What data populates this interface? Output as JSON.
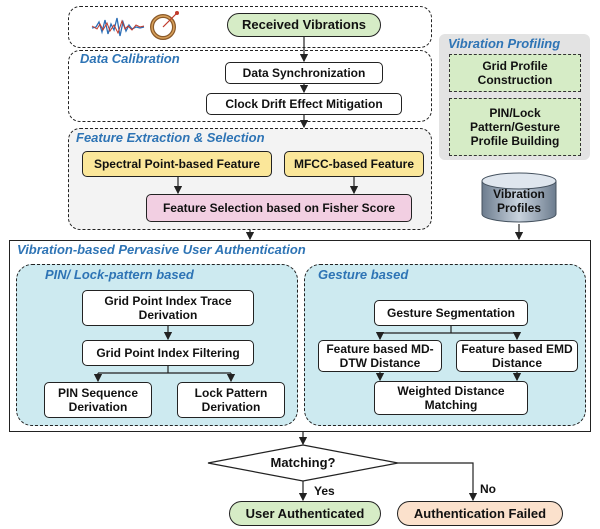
{
  "top": {
    "received_vibrations": "Received Vibrations"
  },
  "data_calibration": {
    "title": "Data Calibration",
    "synchronization": "Data Synchronization",
    "clock_drift": "Clock Drift Effect Mitigation"
  },
  "feature_extraction": {
    "title": "Feature Extraction & Selection",
    "spectral": "Spectral Point-based Feature",
    "mfcc": "MFCC-based Feature",
    "fisher": "Feature Selection based on Fisher Score"
  },
  "vibration_profiling": {
    "title": "Vibration Profiling",
    "grid_profile": "Grid Profile Construction",
    "pin_lock_profile": "PIN/Lock Pattern/Gesture Profile Building",
    "database": "Vibration Profiles"
  },
  "authentication": {
    "title": "Vibration-based Pervasive User Authentication",
    "pin_lock": {
      "title": "PIN/ Lock-pattern based",
      "trace": "Grid Point Index Trace Derivation",
      "filtering": "Grid Point Index Filtering",
      "pin_seq": "PIN Sequence Derivation",
      "lock_pattern": "Lock Pattern Derivation"
    },
    "gesture": {
      "title": "Gesture based",
      "segmentation": "Gesture Segmentation",
      "mddtw": "Feature based MD-DTW Distance",
      "emd": "Feature based EMD Distance",
      "weighted": "Weighted Distance Matching"
    }
  },
  "decision": {
    "matching": "Matching?",
    "yes": "Yes",
    "no": "No",
    "authenticated": "User Authenticated",
    "failed": "Authentication Failed"
  },
  "colors": {
    "title_blue": "#2e74b5",
    "green_fill": "#d6ecc6",
    "yellow_fill": "#fbe79a",
    "pink_fill": "#f2cfe2",
    "cyan_panel": "#cdeaf0",
    "orange_fill": "#fbe1cc",
    "gray_panel": "#f3f3f3"
  }
}
